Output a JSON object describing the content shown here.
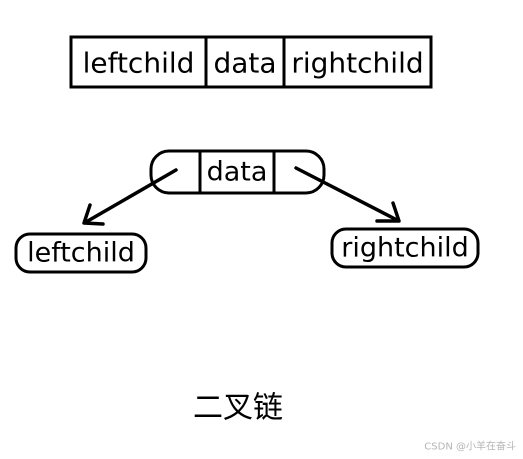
{
  "node_struct": {
    "left_field": "leftchild",
    "data_field": "data",
    "right_field": "rightchild"
  },
  "example_node": {
    "data_label": "data"
  },
  "children": {
    "left_label": "leftchild",
    "right_label": "rightchild"
  },
  "caption": "二叉链",
  "watermark": "CSDN @小羊在奋斗",
  "colors": {
    "stroke": "#000000",
    "background": "#ffffff",
    "watermark": "#b5b5b5"
  }
}
